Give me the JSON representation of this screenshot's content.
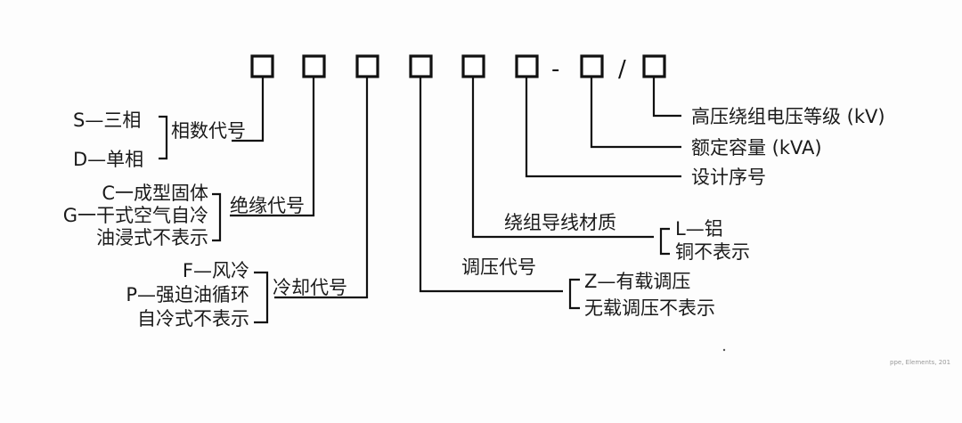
{
  "code_boxes": [
    "",
    "",
    "",
    "",
    "",
    "",
    "",
    ""
  ],
  "separators": {
    "dash": "-",
    "slash": "/"
  },
  "phase": {
    "option_1": "S—三相",
    "option_2": "D—单相",
    "label": "相数代号"
  },
  "insulation": {
    "option_1": "C一成型固体",
    "option_2": "G一干式空气自冷",
    "option_3": "油浸式不表示",
    "label": "绝缘代号"
  },
  "cooling": {
    "option_1": "F—风冷",
    "option_2": "P—强迫油循环",
    "option_3": "自冷式不表示",
    "label": "冷却代号"
  },
  "voltage_regulation": {
    "label": "调压代号",
    "option_1": "Z—有载调压",
    "option_2": "无载调压不表示"
  },
  "winding_material": {
    "label": "绕组导线材质",
    "option_1": "L—铝",
    "option_2": "铜不表示"
  },
  "design_number": {
    "label": "设计序号"
  },
  "rated_capacity": {
    "label": "额定容量 (kVA)"
  },
  "hv_voltage_class": {
    "label": "高压绕组电压等级 (kV)"
  },
  "watermark": "ppe, Elements, 201"
}
